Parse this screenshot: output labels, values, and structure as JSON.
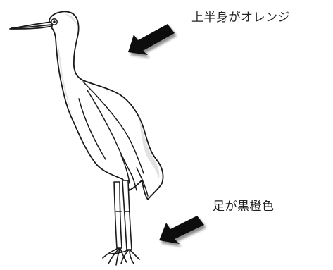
{
  "annotations": [
    {
      "id": "upper-body",
      "text": "上半身がオレンジ"
    },
    {
      "id": "legs",
      "text": "足が黒橙色"
    }
  ],
  "illustration": {
    "subject": "egret",
    "line_color": "#1a1a1a",
    "shade_color": "#e2e2e2",
    "arrow_color": "#111111"
  }
}
